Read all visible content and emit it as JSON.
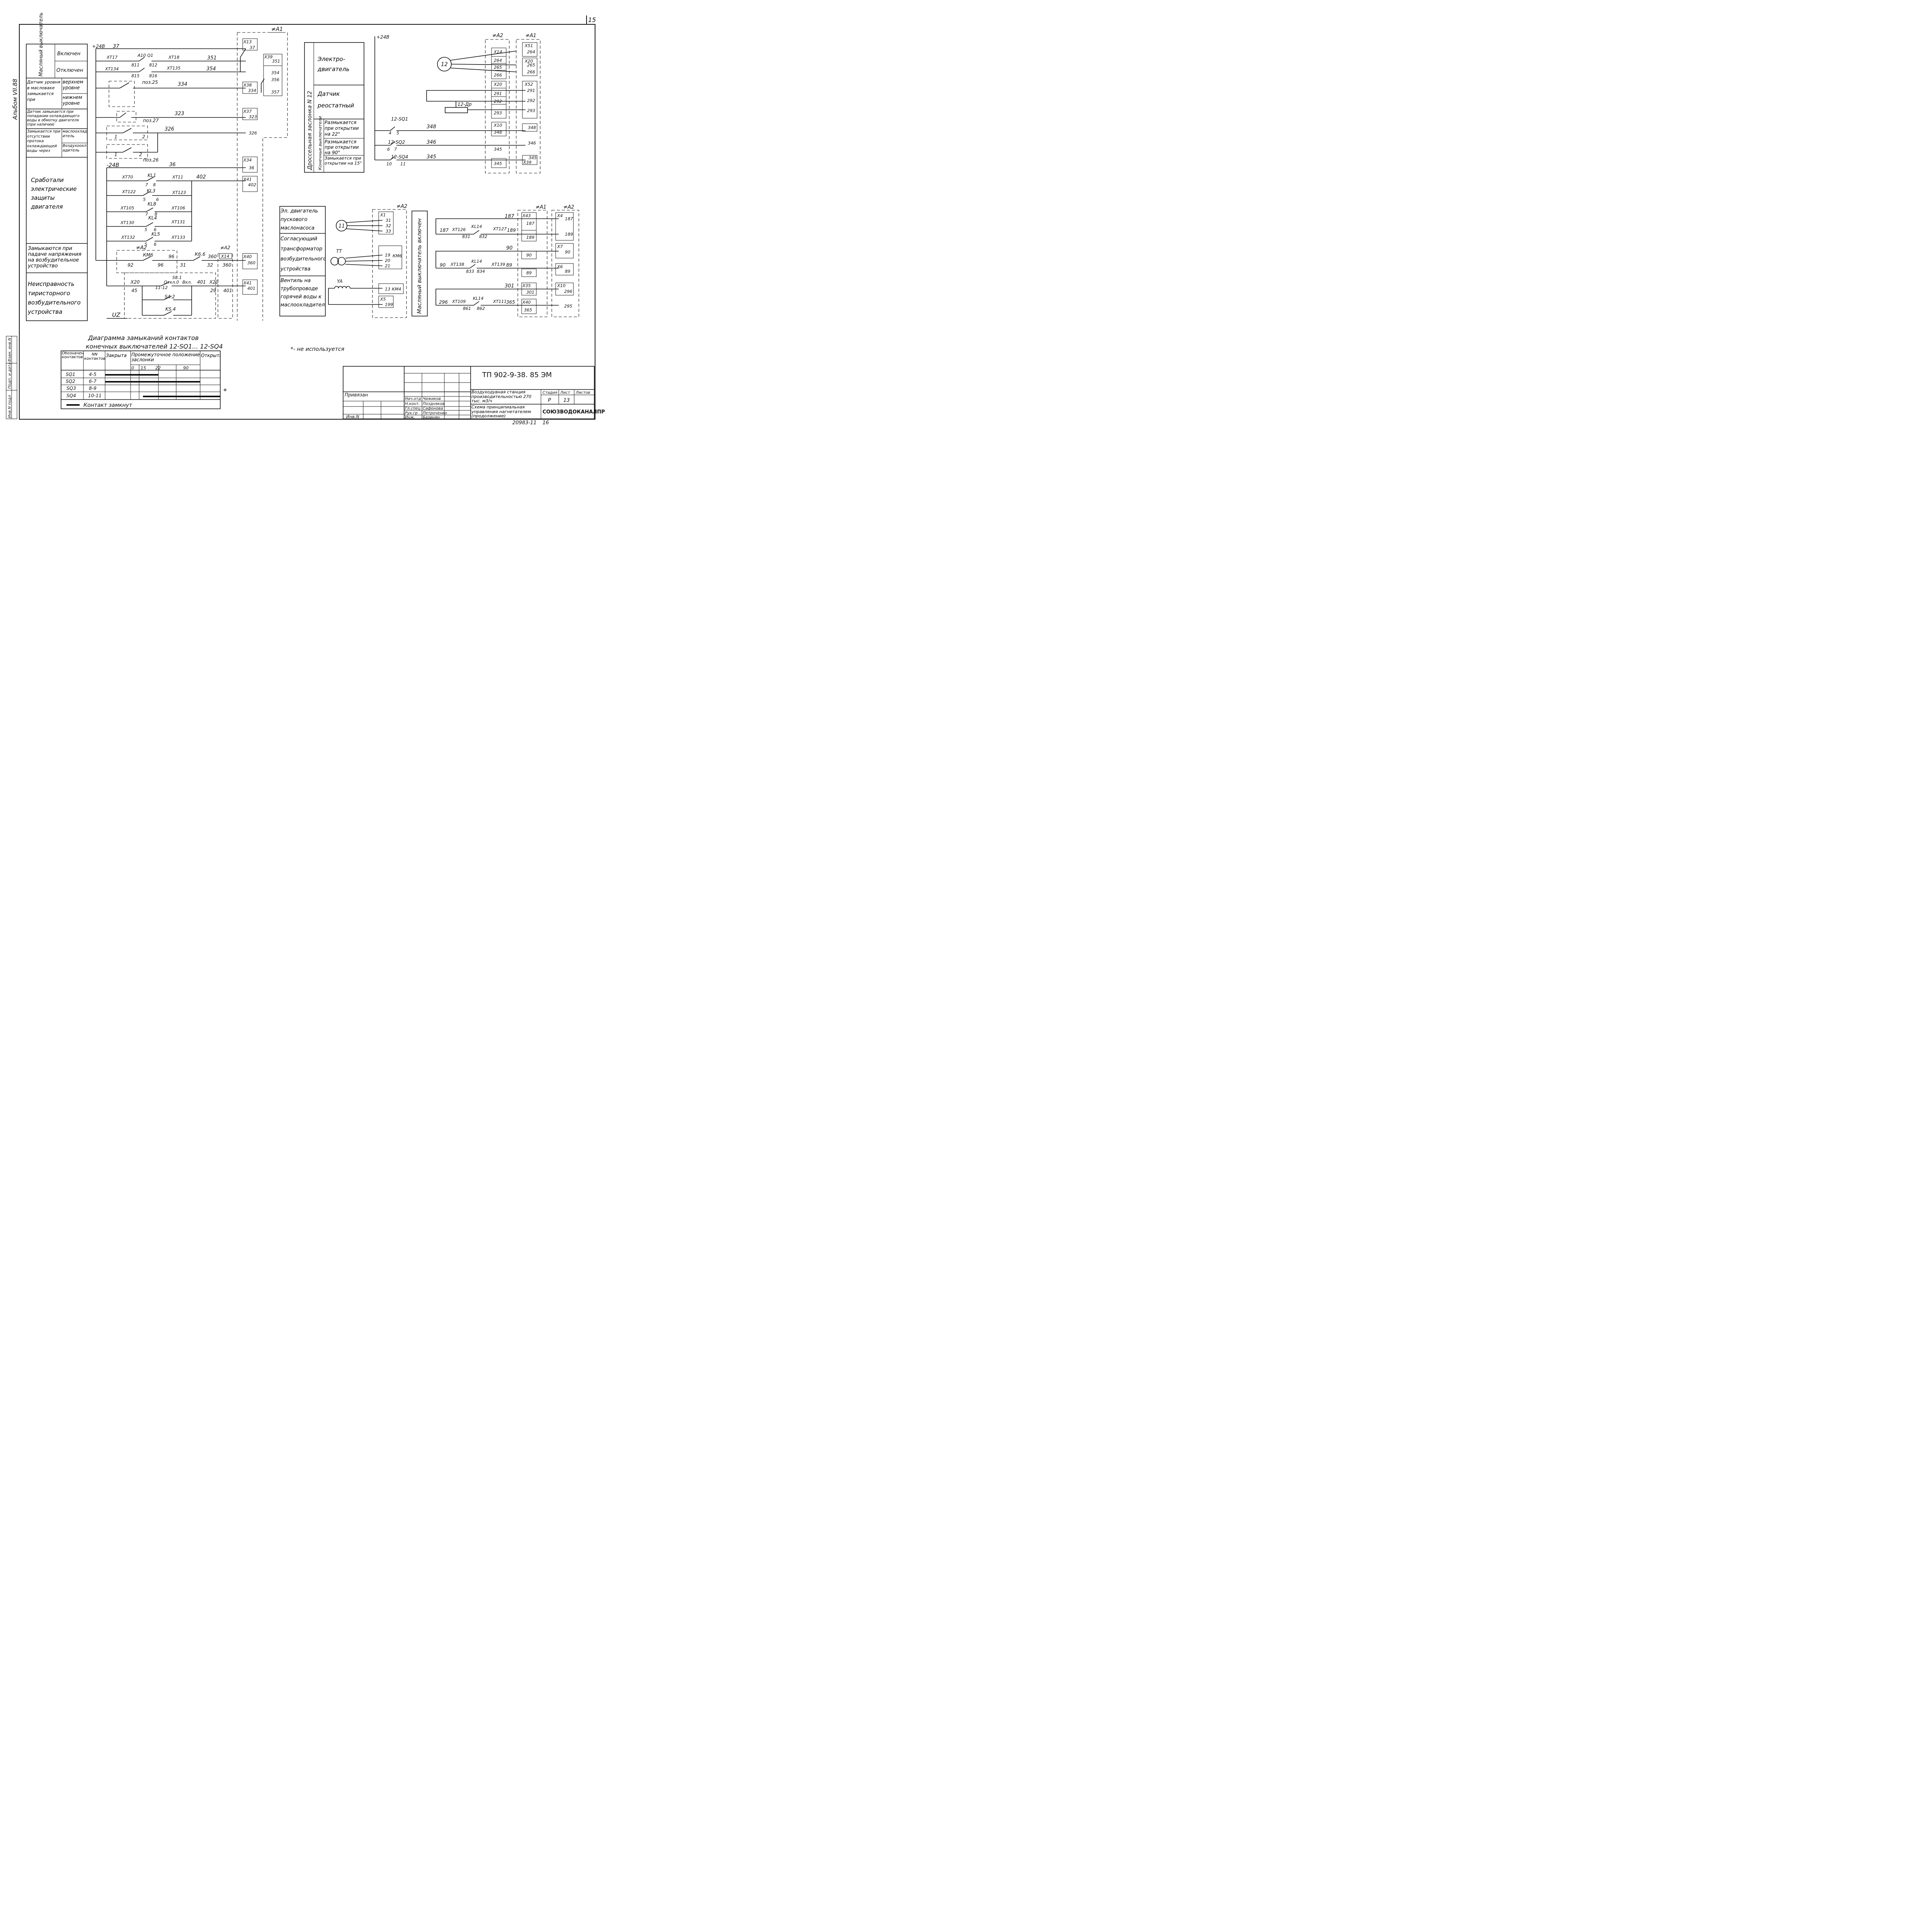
{
  "frame": {
    "page_no": "15",
    "album": "Альбом VII.88"
  },
  "left_table": {
    "r1_main": "Масляный выключатель",
    "r1_a": "Включен",
    "r1_b": "Отключен",
    "r2_main": "Датчик уровня в масловаке замыкается при",
    "r2_a": "верхнем уровне",
    "r2_b": "нижнем уровне",
    "r3": "Датчик замыкается при попадании охлаждающего воды в обмотку двигателя (при наличии)",
    "r4_main": "Замыкается при отсутствии протока охлаждающей воды через",
    "r4_a": "маслоохладитель",
    "r4_b": "Воздухоохладитель",
    "r5": "Сработали электрические защиты двигателя",
    "r6": "Замыкаются при падаче напряжения на возбудительное устройство",
    "r7": "Неисправность тиристорного возбудительного устройства"
  },
  "schematic_left": {
    "a1": "≠A1",
    "a2": "≠A2",
    "p24": "+24В",
    "m24": "-24В",
    "uz": "UZ",
    "n37": "37",
    "n351": "351",
    "n354": "354",
    "n334": "334",
    "n323": "323",
    "n326": "326",
    "n36": "36",
    "n402": "402",
    "xt17": "XT17",
    "xt134": "XT134",
    "xt18": "XT18",
    "xt135": "XT135",
    "q1": "А10 Q1",
    "c811": "811",
    "c812": "812",
    "c815": "815",
    "c816": "816",
    "poz25": "поз.25",
    "poz27": "поз.27",
    "poz26": "поз.26",
    "c1a": "1",
    "c2a": "2",
    "c1b": "1",
    "c2b": "2",
    "xt70": "XT70",
    "kl1": "KL1",
    "xt11": "XT11",
    "k7a": "7",
    "k8a": "8",
    "xt122": "XT122",
    "kl3": "KL3",
    "xt123": "XT123",
    "k5a": "5",
    "k6a": "6",
    "xt105": "XT105",
    "kl8": "KL8",
    "xt106": "XT106",
    "k7b": "7",
    "k8b": "8",
    "xt130": "XT130",
    "kl4": "KL4",
    "xt131": "XT131",
    "k5b": "5",
    "k6b": "6",
    "xt132": "XT132",
    "kl5": "KL5",
    "xt133": "XT133",
    "k5c": "5",
    "k6c": "6",
    "km6": "КМ6",
    "n92": "92",
    "n96a": "96",
    "n96b": "96",
    "n31": "31",
    "k66": "К6.6",
    "n360a": "360",
    "n32": "32",
    "x14": "X14",
    "n360b": "360",
    "x20a": "X20",
    "n45": "45",
    "n1112": "11-12",
    "otkl": "Откл.0",
    "vkl": "Вкл.",
    "s81": "S8.1",
    "n401a": "401",
    "x20b": "X20",
    "n29": "29",
    "n401b": "401",
    "s42": "S4.2",
    "ks4": "KS.4",
    "x13": "X13",
    "t37": "37",
    "x39": "X39",
    "t351": "351",
    "t354": "354",
    "t356": "356",
    "t357": "357",
    "x38": "X38",
    "t334": "334",
    "x37": "X37",
    "t323": "323",
    "t326": "326",
    "x34": "X34",
    "t36": "36",
    "x41a": "X41",
    "t402": "402",
    "x40": "X40",
    "t360": "360",
    "x41b": "X41",
    "t401": "401"
  },
  "mid_table": {
    "side": "Дроссельная заслонка N 12",
    "sub": "Конечные выключатели",
    "motor": "Электро- двигатель",
    "sensor": "Датчик реостатный",
    "t22": "Размыкается при открытии на 22°",
    "t90": "Размыкается при открытии на 90°",
    "t15": "Замыкается при открытии на 15°"
  },
  "schematic_right": {
    "p24": "+24В",
    "a2": "≠A2",
    "a1": "≠A1",
    "m12": "12",
    "r12": "12-Др",
    "sq1": "12-SQ1",
    "sq2": "12-SQ2",
    "sq4": "12-SQ4",
    "c4": "4",
    "c5": "5",
    "c6": "6",
    "c7": "7",
    "c10": "10",
    "c11": "11",
    "n348": "348",
    "n346": "346",
    "n345": "345",
    "x14": "X14",
    "t264": "264",
    "t265": "265",
    "t266": "266",
    "x20": "X20",
    "t291": "291",
    "t292": "292",
    "t293": "293",
    "x10": "X10",
    "t348": "348",
    "t345a": "345",
    "t345b": "345",
    "x51": "X51",
    "u264": "264",
    "x20b": "X20",
    "u265": "265",
    "u266": "266",
    "x52": "X52",
    "u291": "291",
    "u292": "292",
    "u293": "293",
    "u348": "348",
    "u346": "346",
    "u345": "345",
    "x39": "X39"
  },
  "bottom_mid": {
    "oil_pump": "Эл. двигатель пускового маслонасоса",
    "transformer": "Согласующий трансформатор возбудительного устройства",
    "valve": "Вентиль на трубопроводе горячей воды к маслоохладителю",
    "a2": "≠A2",
    "m11": "11",
    "tt": "TT",
    "ya": "YA",
    "x1": "X1",
    "t31": "31",
    "t32": "32",
    "t33": "33",
    "t19": "19",
    "t20": "20",
    "t21": "21",
    "km6": "КМ6",
    "t13": "13",
    "km4": "КМ4",
    "x5": "X5",
    "t199": "199",
    "vertical": "Масляный выключатель включен"
  },
  "bottom_right": {
    "a1": "≠A1",
    "a2": "≠A2",
    "n187a": "187",
    "n187b": "187",
    "xt126": "XT126",
    "kl14a": "KL14",
    "xt127": "XT127",
    "n189": "189",
    "n831": "831",
    "n832": "832",
    "x43": "X43",
    "t187": "187",
    "t189": "189",
    "x4": "X4",
    "u187": "187",
    "u189": "189",
    "n90a": "90",
    "t90": "90",
    "x7": "X7",
    "u90": "90",
    "n90b": "90",
    "xt138": "XT138",
    "kl14b": "KL14",
    "xt139": "XT139",
    "n89": "89",
    "n833": "833",
    "n834": "834",
    "t89": "89",
    "x6": "X6",
    "u89": "89",
    "n301": "301",
    "x35": "X35",
    "t301": "301",
    "x10": "X10",
    "u296": "296",
    "n296": "296",
    "xt109": "XT109",
    "kl14c": "KL14",
    "xt111": "XT111",
    "n365": "365",
    "n861": "861",
    "n862": "862",
    "x40": "X40",
    "t365": "365",
    "u295": "295"
  },
  "diagram": {
    "title1": "Диаграмма замыканий контактов",
    "title2": "конечных выключателей 12-SQ1... 12-SQ4",
    "h_des": "Обозначение контактов",
    "h_nn": "NN контактов",
    "h_closed": "Закрыта",
    "h_mid": "Промежуточное положение заслонки",
    "h_open": "Открыта",
    "tick0": "0",
    "tick15": "15",
    "tick22": "22",
    "tick90": "90",
    "rows": [
      {
        "name": "SQ1",
        "contacts": "4-5"
      },
      {
        "name": "SQ2",
        "contacts": "6-7"
      },
      {
        "name": "SQ3",
        "contacts": "8-9"
      },
      {
        "name": "SQ4",
        "contacts": "10-11"
      }
    ],
    "legend": "Контакт замкнут"
  },
  "notes": {
    "unused": "*- не используется",
    "star": "*"
  },
  "title_block": {
    "code": "ТП 902-9-38. 85   ЭМ",
    "privyazan": "Привязан",
    "inv": "Инв.N",
    "roles": [
      "Нач.отд",
      "Н.конт.",
      "Гл.спец",
      "Рук.гр",
      "Инж."
    ],
    "names": [
      "Чижиков",
      "Поздняков",
      "Сафонова",
      "Петроченко",
      "Базинян"
    ],
    "project": "Воздуходувная станция производительностью 270 тыс. м3/ч",
    "sheet_title": "Схема принципиальная управления нагнетателем (продолжение)",
    "stage_h": "Стадия",
    "sheet_h": "Лист",
    "sheets_h": "Листов",
    "stage": "Р",
    "sheet": "13",
    "org": "СОЮЗВОДОКАНАЛПРОЕКТ",
    "archive": "20983-11",
    "arch_page": "16"
  },
  "side_stamp": [
    "Инв.N подл",
    "Подп. и дата",
    "Взам. инв.N"
  ]
}
